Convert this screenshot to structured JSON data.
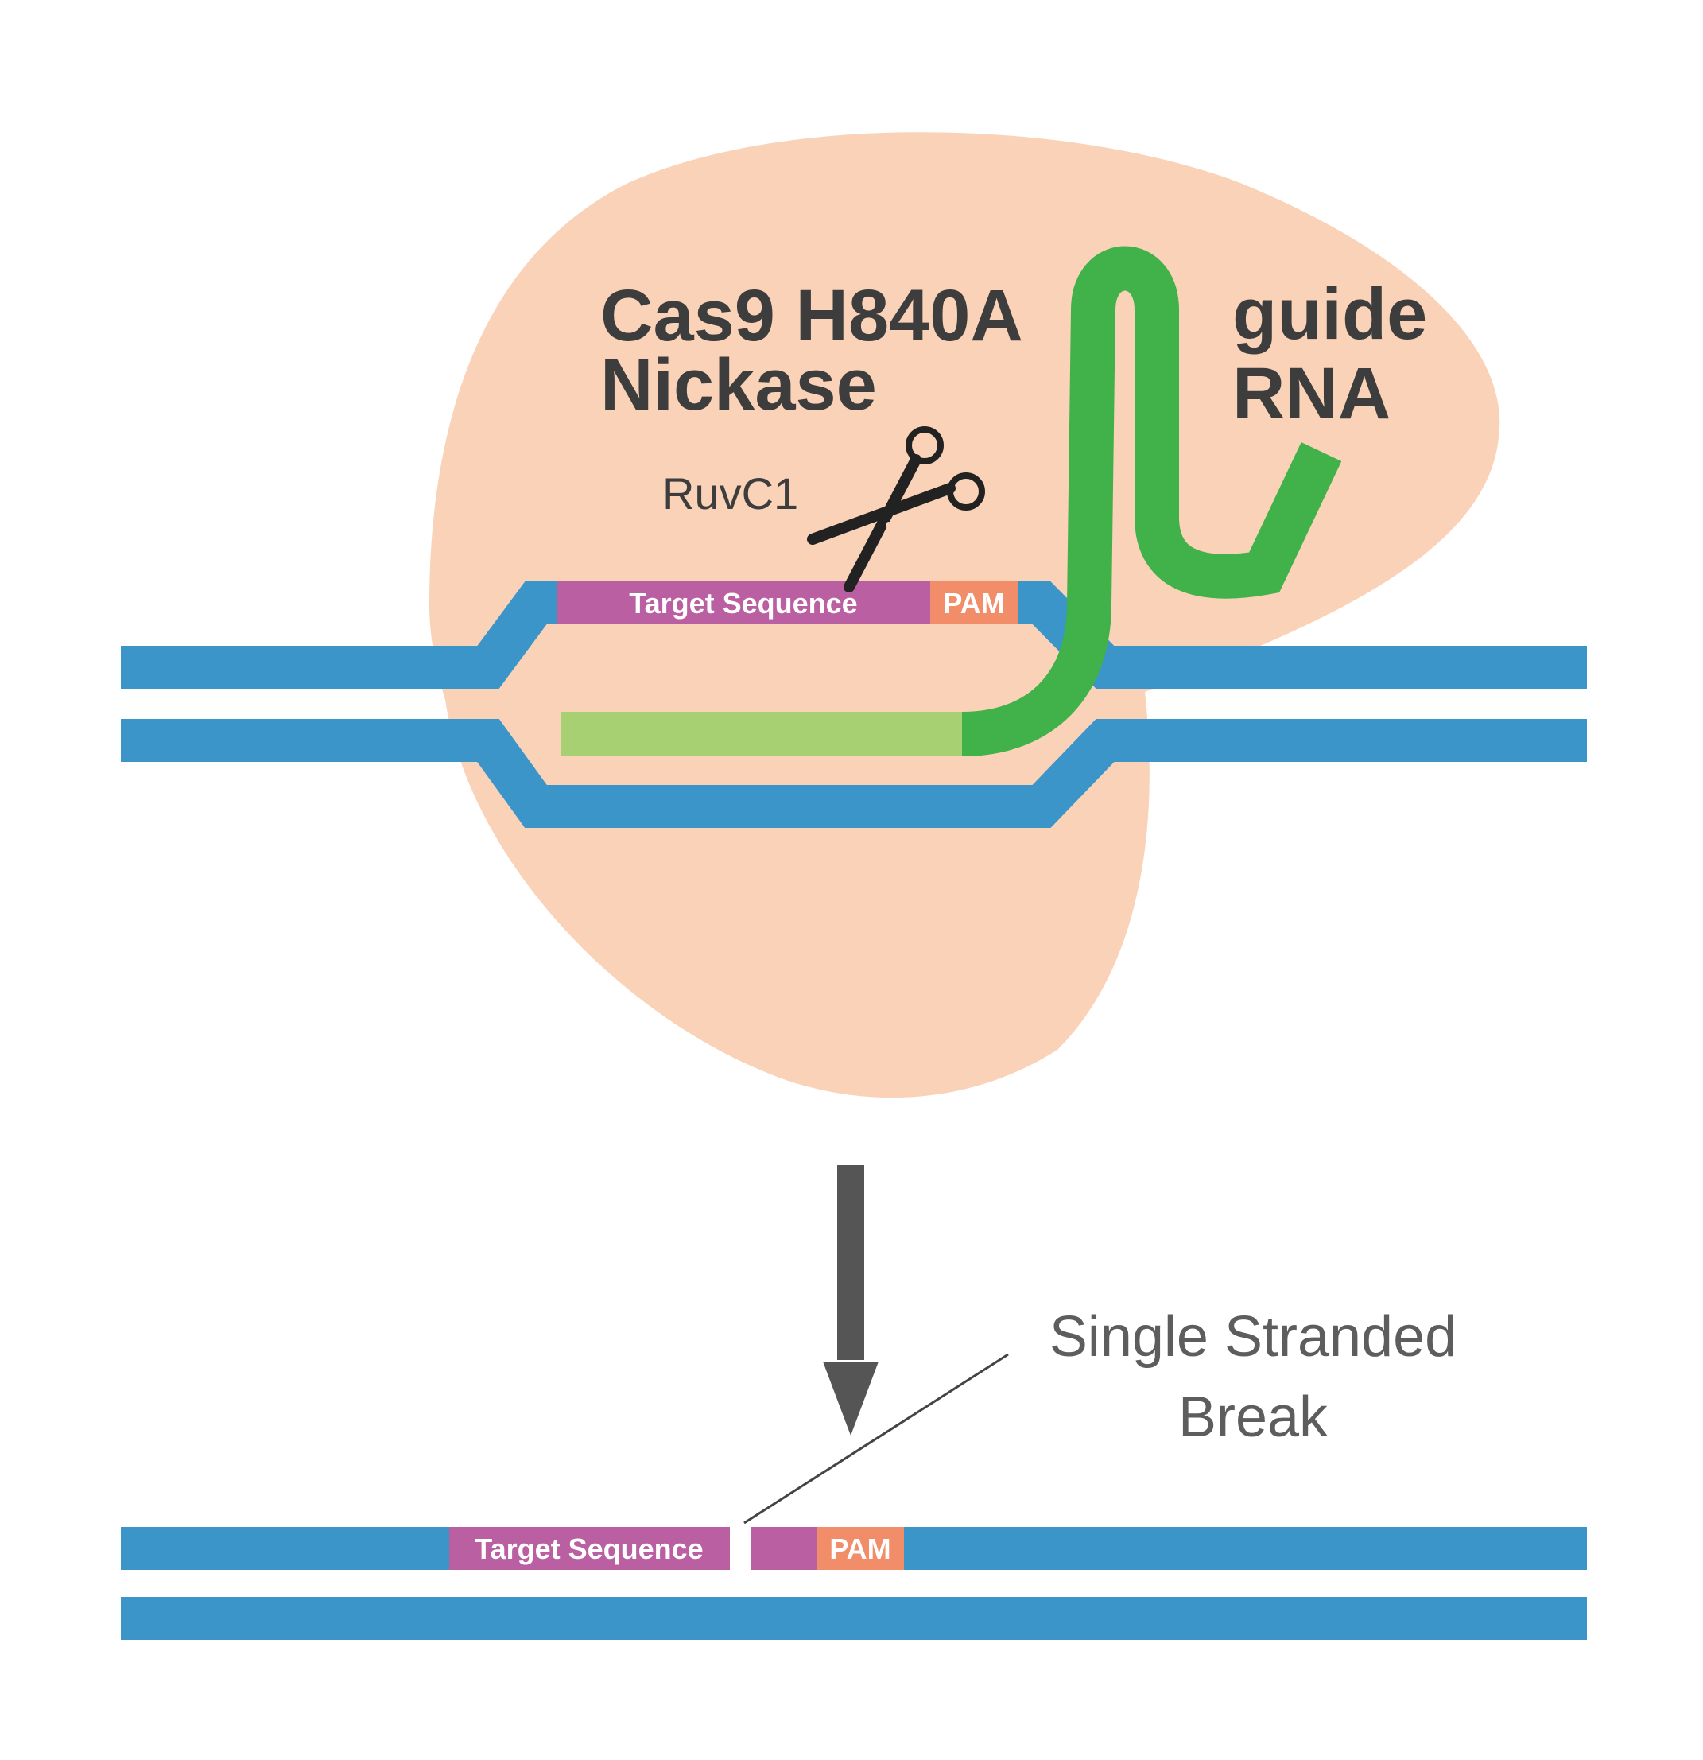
{
  "diagram": {
    "enzyme": {
      "name_line1": "Cas9 H840A",
      "name_line2": "Nickase",
      "domain_label": "RuvC1",
      "body_color": "#fad2b8"
    },
    "guide_rna": {
      "label_line1": "guide",
      "label_line2": "RNA",
      "color": "#41b249",
      "spacer_color": "#a6d072"
    },
    "dna": {
      "strand_color": "#3b95c9",
      "target_label": "Target Sequence",
      "target_color": "#bb5fa3",
      "pam_label": "PAM",
      "pam_color": "#f18e69"
    },
    "arrow": {
      "color": "#555555",
      "direction": "down"
    },
    "result": {
      "label_line1": "Single Stranded",
      "label_line2": "Break"
    }
  }
}
